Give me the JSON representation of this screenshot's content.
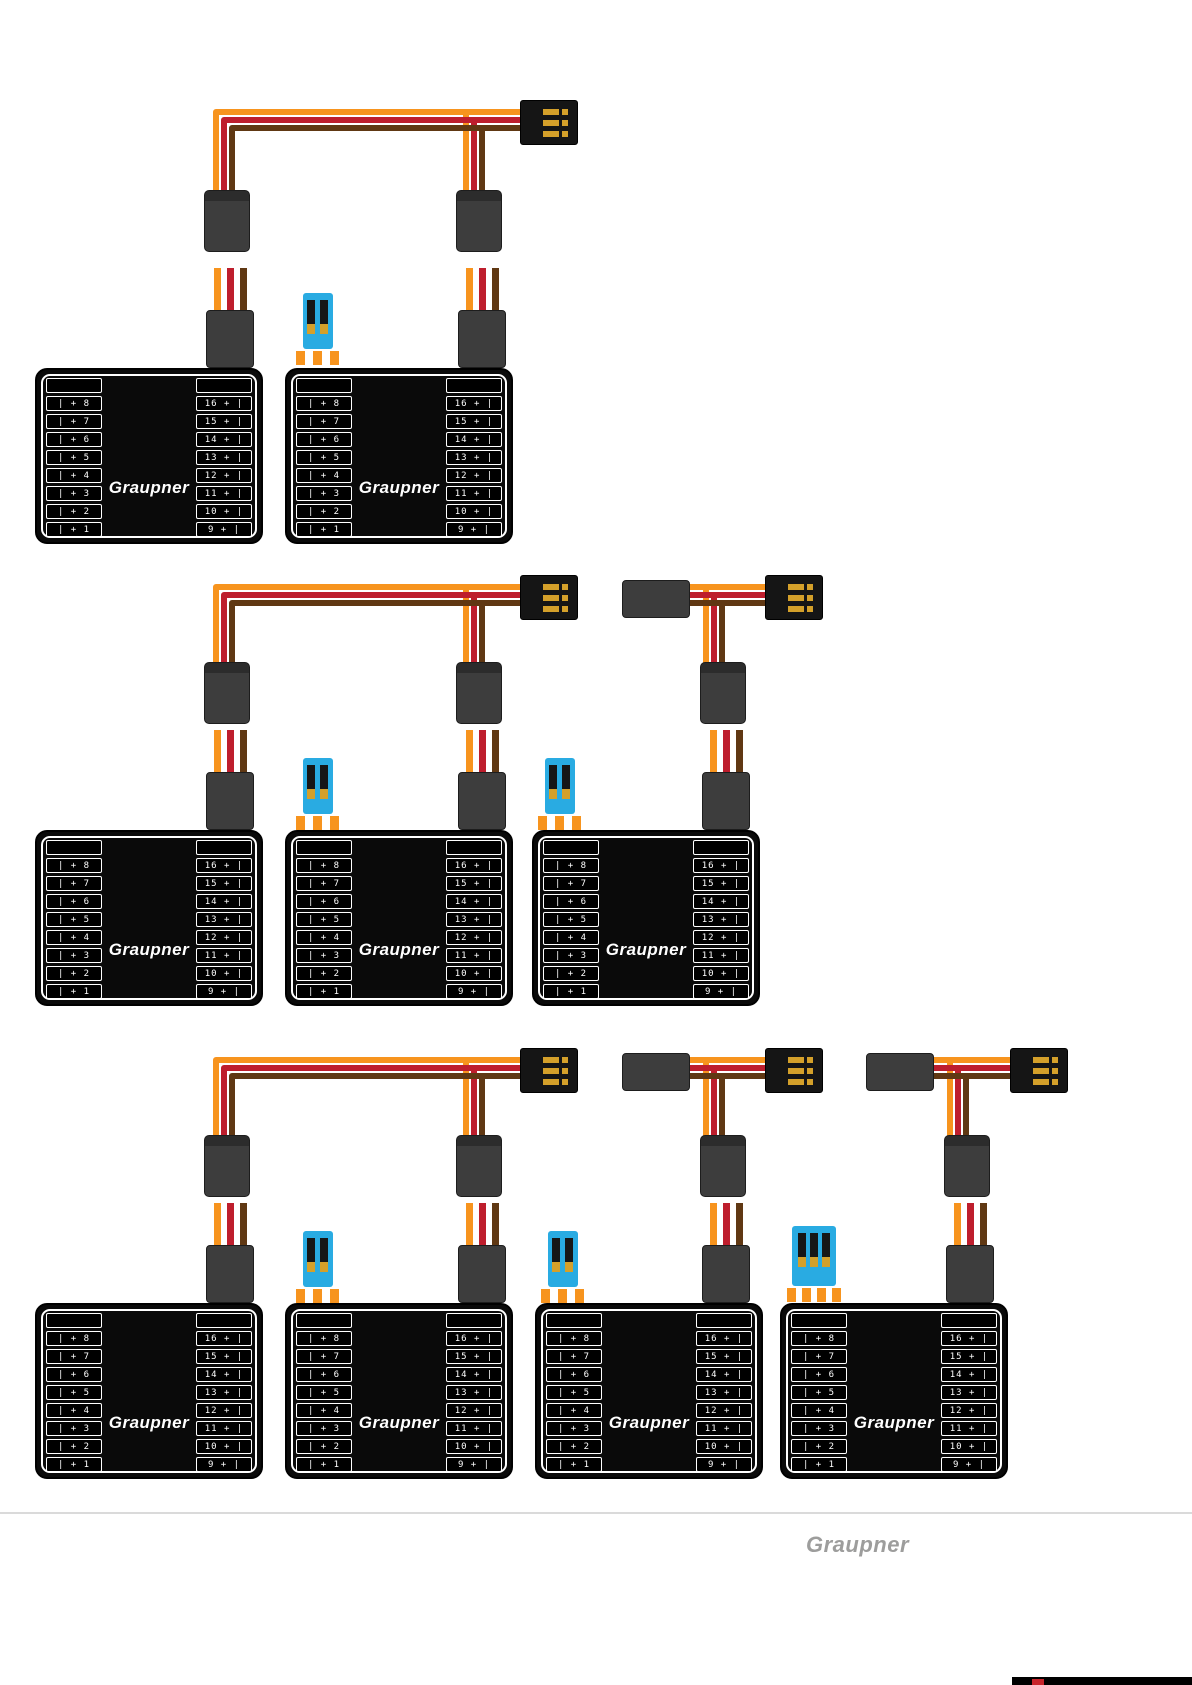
{
  "brand": "Graupner",
  "board": {
    "logo": "Graupner",
    "left_pins": [
      "| + 8",
      "| + 7",
      "| + 6",
      "| + 5",
      "| + 4",
      "| + 3",
      "| + 2",
      "| + 1"
    ],
    "right_pins": [
      "16 + |",
      "15 + |",
      "14 + |",
      "13 + |",
      "12 + |",
      "11 + |",
      "10 + |",
      "9 + |"
    ]
  },
  "footer": {
    "logo_text": "Graupner"
  },
  "colors": {
    "wire_orange": "#F7941E",
    "wire_red": "#BE1E2D",
    "wire_brown": "#603813",
    "jumper_blue": "#29ABE2",
    "pin_gold": "#D4A02A",
    "connector_gray": "#3D3D3D",
    "board_black": "#0A0A0A"
  }
}
